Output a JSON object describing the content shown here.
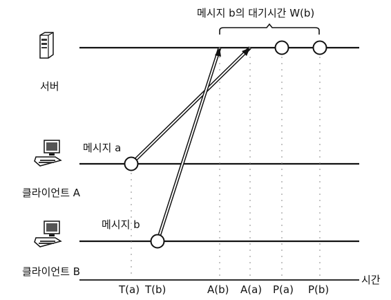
{
  "bracket_label": "메시지 b의 대기시간 W(b)",
  "nodes": {
    "server": "서버",
    "client_a": "클라이언트 A",
    "client_b": "클라이언트 B"
  },
  "messages": {
    "a": "메시지 a",
    "b": "메시지 b"
  },
  "axis": {
    "label": "시간",
    "ticks": [
      "T(a)",
      "T(b)",
      "A(b)",
      "A(a)",
      "P(a)",
      "P(b)"
    ]
  },
  "icons": [
    "server-icon",
    "computer-icon"
  ],
  "colors": {
    "line": "#111111",
    "circle_fill": "#ffffff"
  }
}
